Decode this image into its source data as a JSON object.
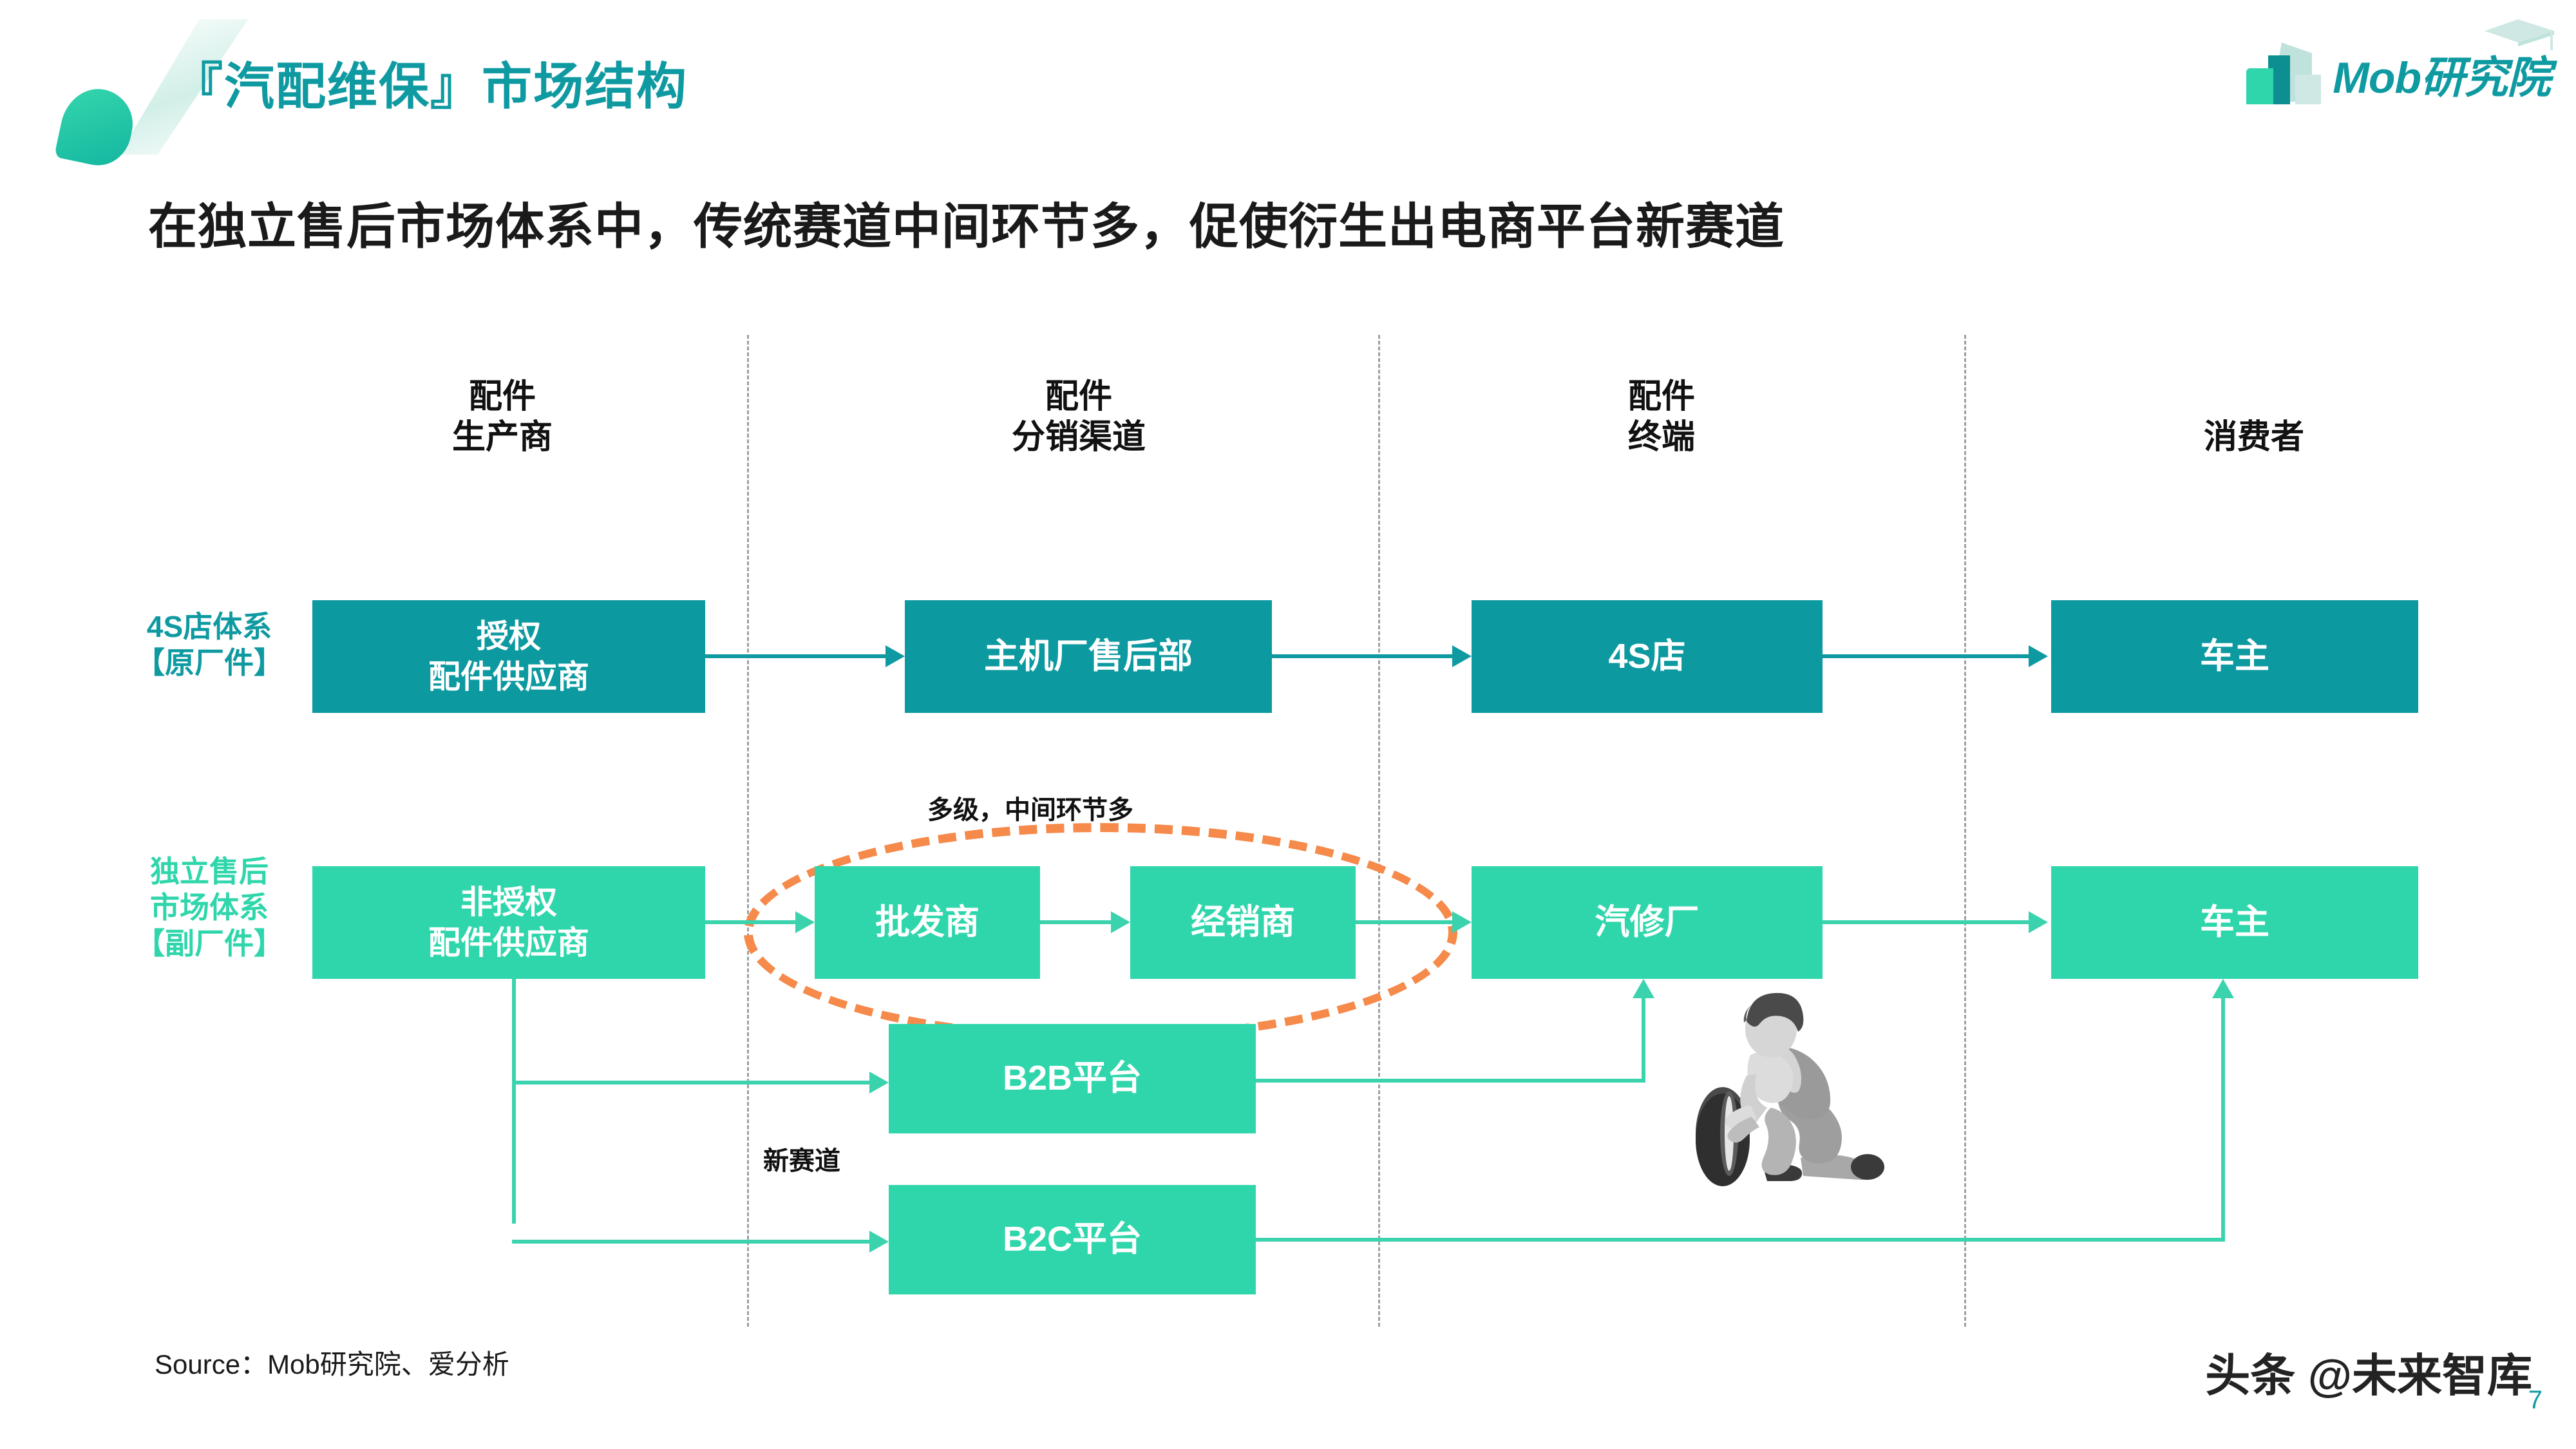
{
  "header": {
    "title": "『汽配维保』市场结构",
    "logo_text": "Mob研究院",
    "logo_mark": "building-graduation-cap-logo"
  },
  "subtitle": "在独立售后市场体系中，传统赛道中间环节多，促使衍生出电商平台新赛道",
  "columns": [
    {
      "line1": "配件",
      "line2": "生产商"
    },
    {
      "line1": "配件",
      "line2": "分销渠道"
    },
    {
      "line1": "配件",
      "line2": "终端"
    },
    {
      "line1": "消费者",
      "line2": ""
    }
  ],
  "rows": [
    {
      "label_line1": "4S店体系",
      "label_line2": "【原厂件】",
      "color": "#0f9aa2"
    },
    {
      "label_line1": "独立售后",
      "label_line2": "市场体系",
      "label_line3": "【副厂件】",
      "color": "#2fd6ab"
    }
  ],
  "boxes": {
    "authorized_supplier": {
      "line1": "授权",
      "line2": "配件供应商"
    },
    "oem_aftersales": {
      "line1": "主机厂售后部",
      "line2": ""
    },
    "store_4s": {
      "line1": "4S店",
      "line2": ""
    },
    "owner_top": {
      "line1": "车主",
      "line2": ""
    },
    "unauthorized_supplier": {
      "line1": "非授权",
      "line2": "配件供应商"
    },
    "wholesaler": {
      "line1": "批发商",
      "line2": ""
    },
    "dealer": {
      "line1": "经销商",
      "line2": ""
    },
    "repair_shop": {
      "line1": "汽修厂",
      "line2": ""
    },
    "owner_bottom": {
      "line1": "车主",
      "line2": ""
    },
    "b2b_platform": {
      "line1": "B2B平台",
      "line2": ""
    },
    "b2c_platform": {
      "line1": "B2C平台",
      "line2": ""
    }
  },
  "annotations": {
    "multi_level": "多级，中间环节多",
    "new_track": "新赛道"
  },
  "illustration": "mechanic-with-tire-illustration",
  "footer": {
    "source": "Source：Mob研究院、爱分析",
    "watermark": "头条 @未来智库",
    "page_number": "7"
  },
  "colors": {
    "teal": "#0c99a0",
    "green": "#2fd6ab",
    "orange": "#f58a4b",
    "separator": "#9aa0a6"
  }
}
